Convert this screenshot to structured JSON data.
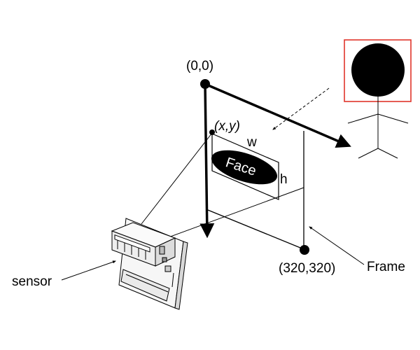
{
  "labels": {
    "origin": "(0,0)",
    "xy": "(x,y)",
    "w": "w",
    "h": "h",
    "face": "Face",
    "corner": "(320,320)",
    "frame": "Frame",
    "sensor": "sensor"
  },
  "colors": {
    "ink": "#000000",
    "highlight_box": "#e0352b",
    "sensor_body": "#f2f2f2"
  },
  "icons": {
    "person": "stick-figure-icon",
    "sensor": "sensor-module-icon"
  }
}
